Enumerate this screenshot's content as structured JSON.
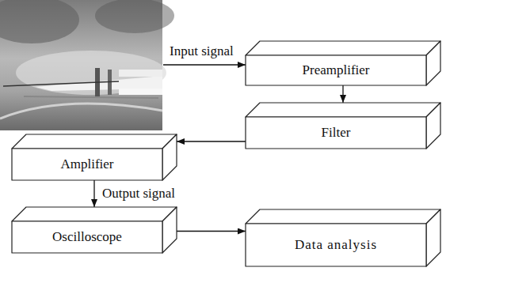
{
  "diagram": {
    "nodes": [
      {
        "text": [
          "Preamplifier"
        ]
      },
      {
        "text": [
          "Filter"
        ]
      },
      {
        "text": [
          "Amplifier"
        ]
      },
      {
        "text": [
          "Oscilloscope"
        ]
      },
      {
        "text": [
          "Data analysis"
        ]
      }
    ],
    "edges": [
      {
        "from": 0,
        "to": 1,
        "arrow": "to"
      },
      {
        "from": 1,
        "to": 2,
        "arrow": "to"
      },
      {
        "from": 2,
        "to": 3,
        "label": "Output signal",
        "arrow": "to"
      },
      {
        "from": 3,
        "to": 4,
        "arrow": "to"
      }
    ],
    "labels": [
      "Input signal"
    ]
  }
}
